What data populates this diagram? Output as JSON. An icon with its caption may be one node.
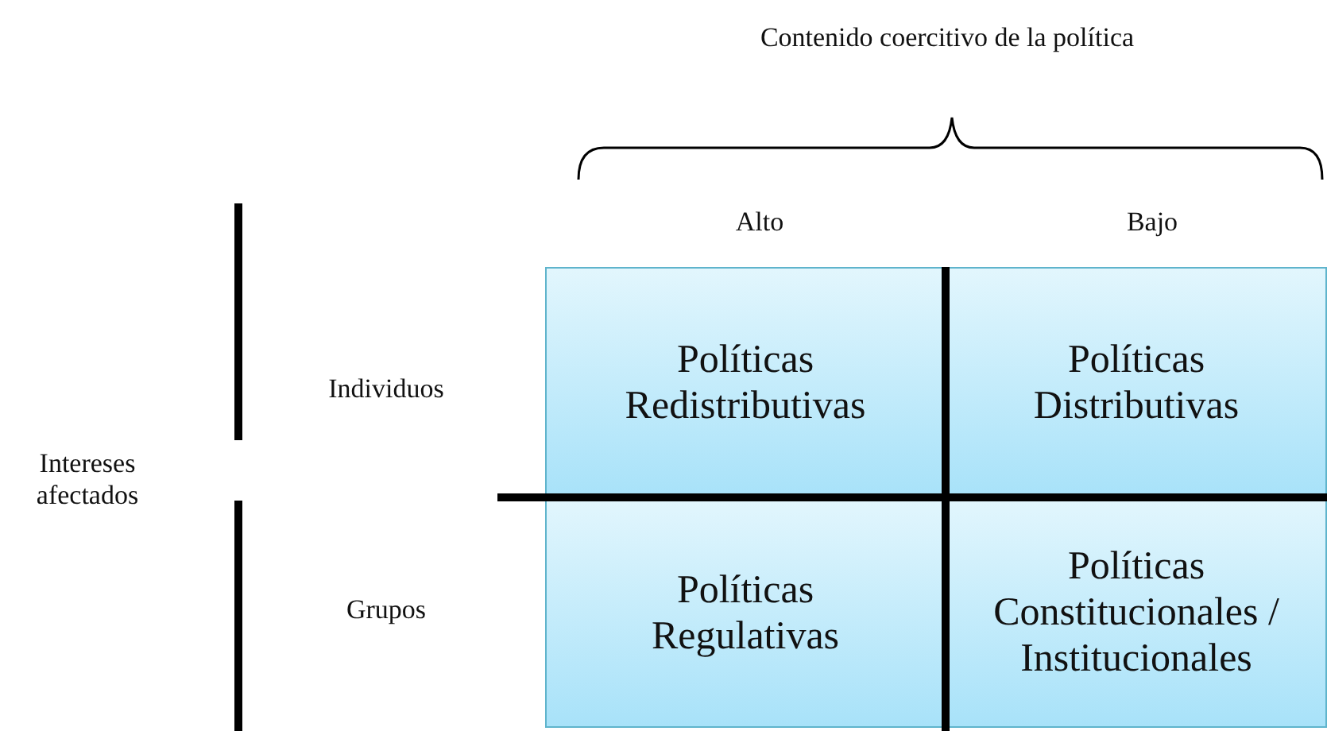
{
  "diagram": {
    "nodes": [
      {
        "text": [
          "Políticas Redistributivas"
        ]
      },
      {
        "text": [
          "Políticas Distributivas"
        ]
      },
      {
        "text": [
          "Políticas Regulativas"
        ]
      },
      {
        "text": [
          "Políticas Constitucionales / Institucionales"
        ]
      }
    ],
    "labels": [
      "Contenido coercitivo de la política",
      "Alto",
      "Bajo",
      "Individuos",
      "Intereses afectados",
      "Grupos"
    ]
  }
}
